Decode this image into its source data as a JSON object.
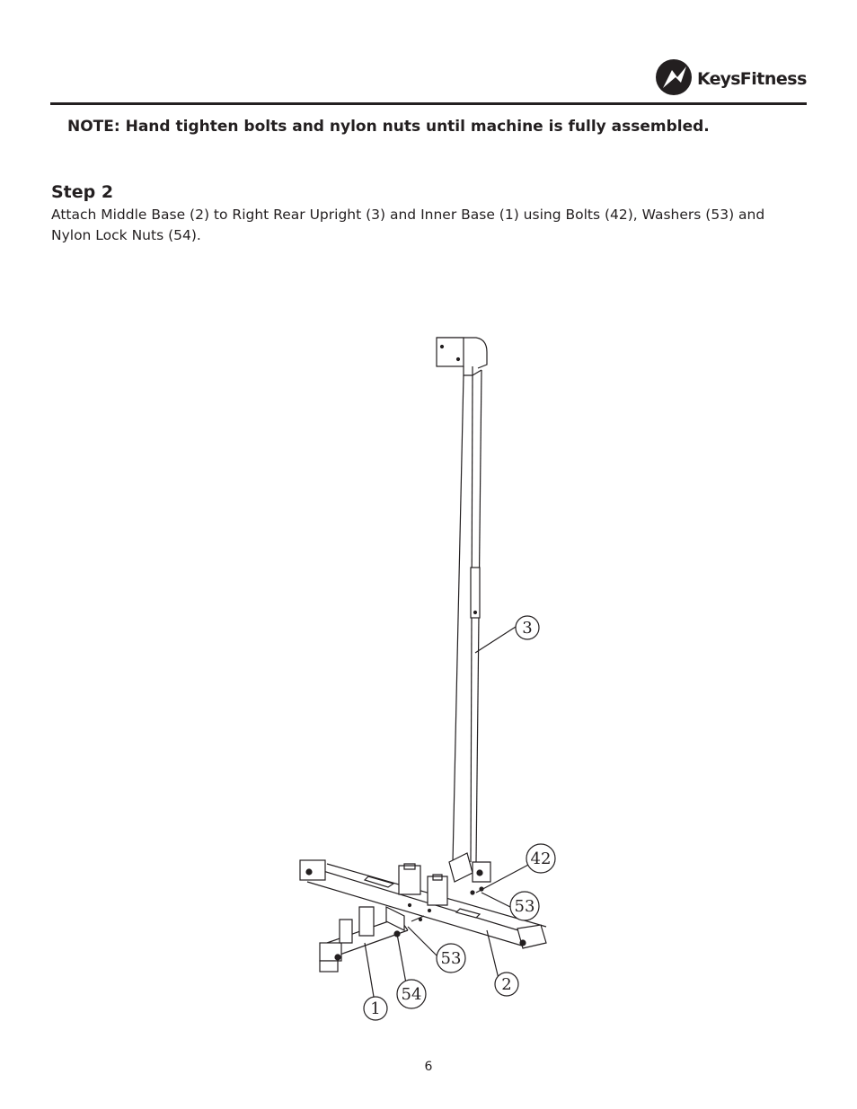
{
  "header": {
    "logo_text_a": "Keys",
    "logo_text_b": "Fitness"
  },
  "note": "NOTE:  Hand tighten bolts and nylon nuts until machine is fully assembled.",
  "step": {
    "title": "Step 2",
    "body": "Attach Middle Base (2) to Right Rear Upright (3) and Inner Base (1) using Bolts (42), Washers (53) and Nylon Lock Nuts (54)."
  },
  "diagram": {
    "callouts": [
      "3",
      "42",
      "53",
      "53",
      "2",
      "54",
      "1"
    ]
  },
  "page_number": "6"
}
